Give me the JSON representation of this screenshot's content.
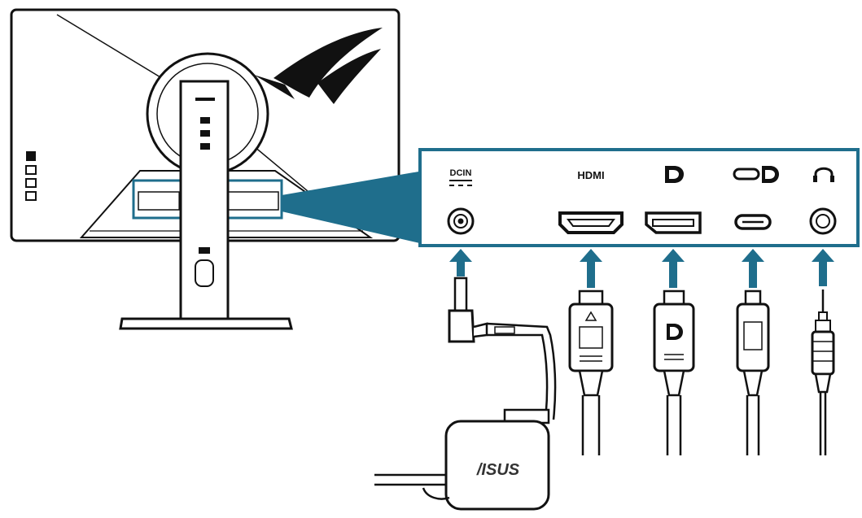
{
  "colors": {
    "accent": "#1f6e8c",
    "outline": "#111111",
    "panel_fill": "#ffffff"
  },
  "ports": [
    {
      "id": "dcin",
      "label": "DCIN",
      "icon": "dc-power-icon"
    },
    {
      "id": "hdmi",
      "label": "HDMI",
      "icon": "hdmi-port-icon"
    },
    {
      "id": "displayport",
      "label": "",
      "icon": "displayport-logo-icon"
    },
    {
      "id": "usbc",
      "label": "",
      "icon": "usb-c-displayport-icon"
    },
    {
      "id": "audio",
      "label": "",
      "icon": "headphone-icon"
    }
  ],
  "adapter": {
    "brand": "/ISUS"
  }
}
